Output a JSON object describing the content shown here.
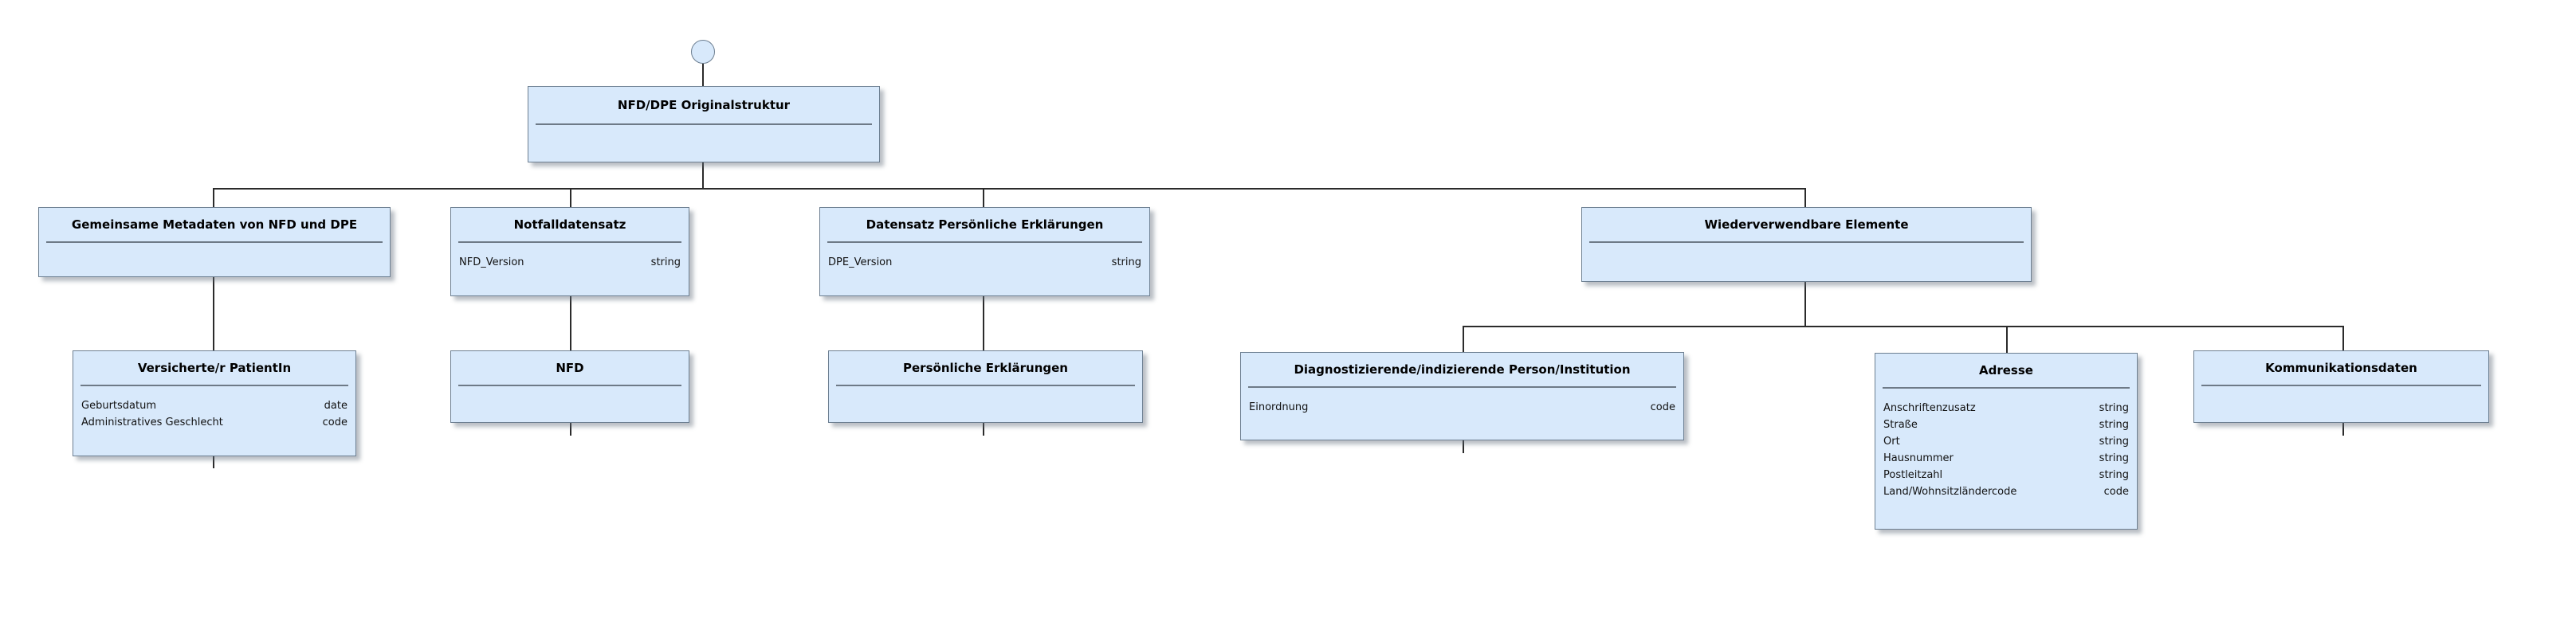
{
  "diagram": {
    "colors": {
      "node_fill": "#d8e9fb",
      "node_border": "#6d7f91",
      "connector": "#2b2b2b",
      "separator": "#6e7a87"
    },
    "nodes": [
      {
        "id": "root",
        "title": "NFD/DPE Originalstruktur",
        "fields": []
      },
      {
        "id": "gemeinsame",
        "title": "Gemeinsame Metadaten von NFD und DPE",
        "fields": []
      },
      {
        "id": "notfall",
        "title": "Notfalldatensatz",
        "fields": [
          {
            "name": "NFD_Version",
            "type": "string"
          }
        ]
      },
      {
        "id": "datensatz",
        "title": "Datensatz Persönliche Erklärungen",
        "fields": [
          {
            "name": "DPE_Version",
            "type": "string"
          }
        ]
      },
      {
        "id": "wieder",
        "title": "Wiederverwendbare Elemente",
        "fields": []
      },
      {
        "id": "versicherte",
        "title": "Versicherte/r PatientIn",
        "fields": [
          {
            "name": "Geburtsdatum",
            "type": "date"
          },
          {
            "name": "Administratives Geschlecht",
            "type": "code"
          }
        ]
      },
      {
        "id": "nfd",
        "title": "NFD",
        "fields": []
      },
      {
        "id": "persoenlich",
        "title": "Persönliche Erklärungen",
        "fields": []
      },
      {
        "id": "diag",
        "title": "Diagnostizierende/indizierende Person/Institution",
        "fields": [
          {
            "name": "Einordnung",
            "type": "code"
          }
        ]
      },
      {
        "id": "adresse",
        "title": "Adresse",
        "fields": [
          {
            "name": "Anschriftenzusatz",
            "type": "string"
          },
          {
            "name": "Straße",
            "type": "string"
          },
          {
            "name": "Ort",
            "type": "string"
          },
          {
            "name": "Hausnummer",
            "type": "string"
          },
          {
            "name": "Postleitzahl",
            "type": "string"
          },
          {
            "name": "Land/Wohnsitzländercode",
            "type": "code"
          }
        ]
      },
      {
        "id": "komm",
        "title": "Kommunikationsdaten",
        "fields": []
      }
    ]
  }
}
